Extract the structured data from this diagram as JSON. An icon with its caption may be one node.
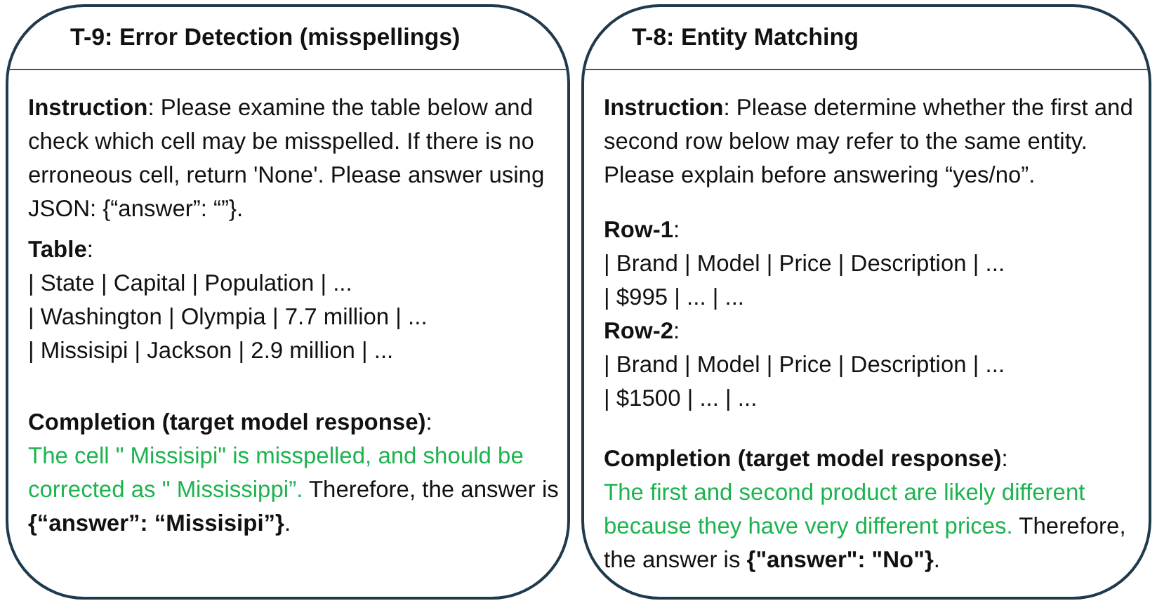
{
  "diagram": {
    "nodes": [
      {
        "text": [
          "T-9: Error Detection (misspellings)",
          "**Instruction**: Please examine the table below and check which cell may be misspelled. If there is no erroneous cell, return 'None'. Please answer using JSON: {“answer”: “”}.",
          "**Table**:",
          "| State | Capital | Population | ...",
          "| Washington | Olympia | 7.7 million | ...",
          "| Missisipi | Jackson | 2.9 million | ...",
          "**Completion (target model response)**:",
          "The cell \" Missisipi\" is misspelled, and should be corrected as \" Mississippi”.",
          "Therefore, the answer is **{“answer”: “Missisipi”}**."
        ]
      },
      {
        "text": [
          "T-8: Entity Matching",
          "**Instruction**: Please determine whether the first and second row below may refer to the same entity. Please explain before answering “yes/no”.",
          "**Row-1**:",
          "| Brand | Model | Price | Description | ...",
          "| $995 | ... | ...",
          "**Row-2**:",
          "| Brand | Model | Price | Description | ...",
          "| $1500 | ... | ...",
          "**Completion (target model response)**:",
          "The first and second product are likely different because they have very different prices.",
          "Therefore, the answer is **{\"answer\": \"No\"}**."
        ]
      }
    ]
  }
}
